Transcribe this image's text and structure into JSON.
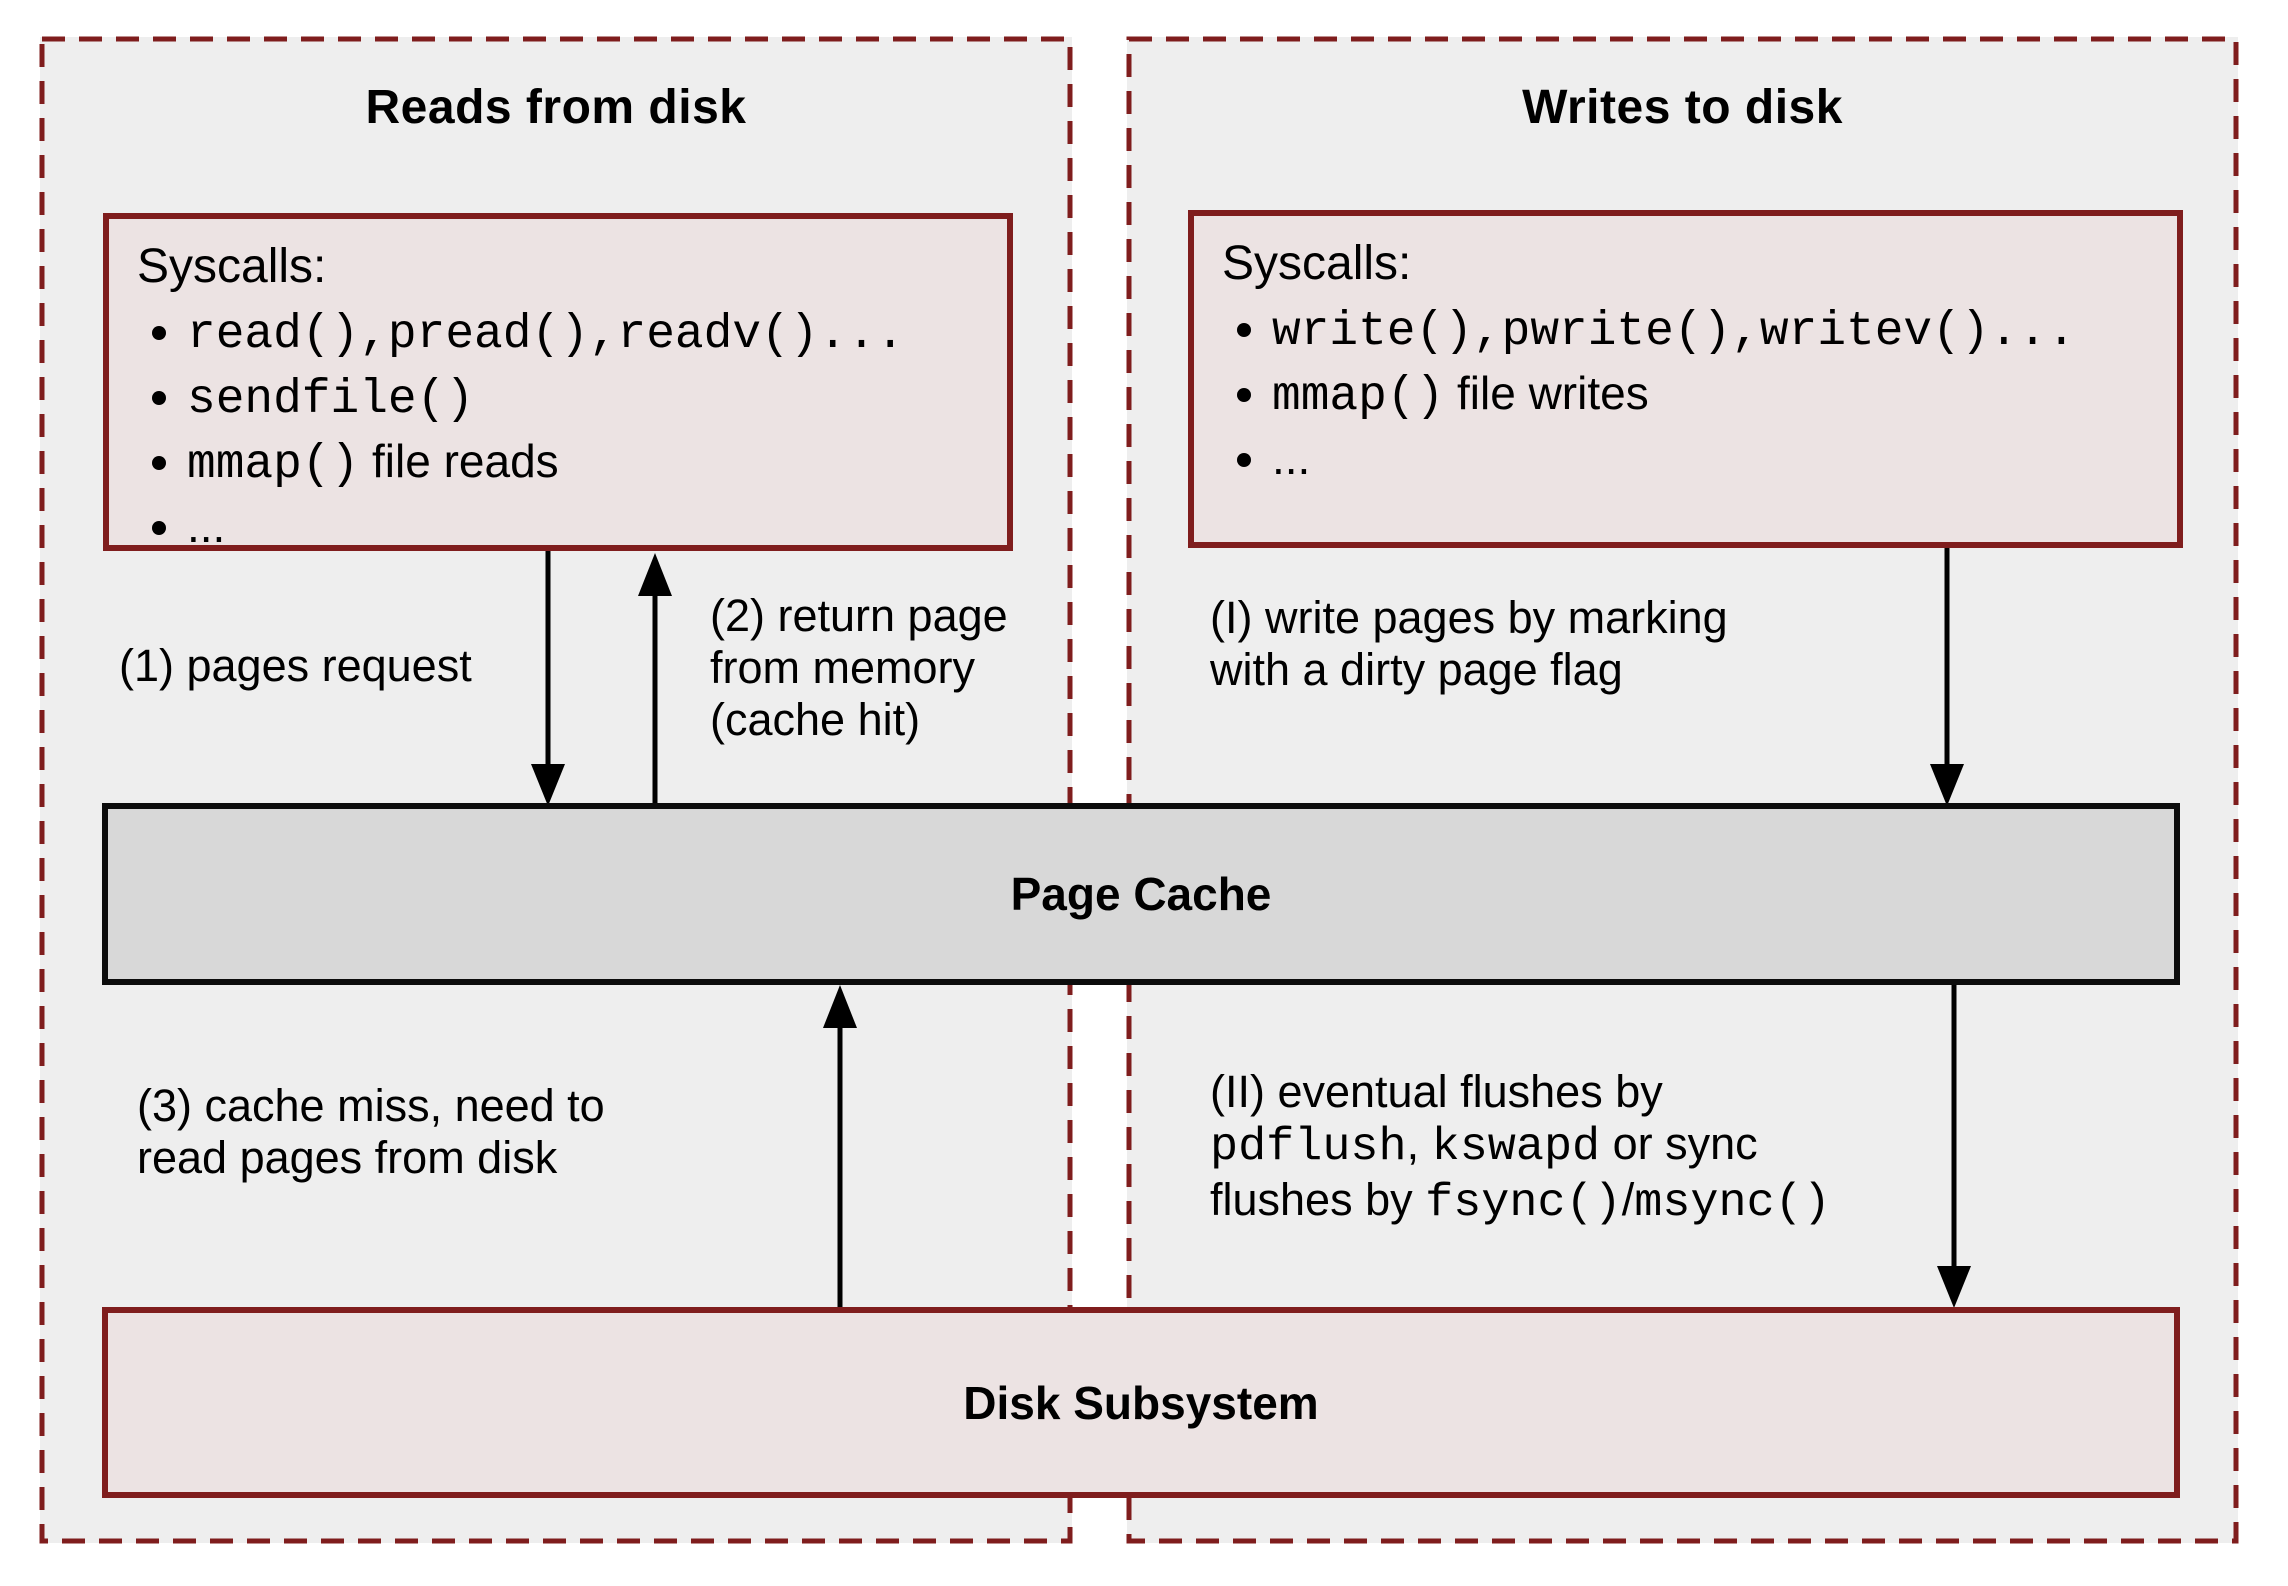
{
  "panels": {
    "reads": {
      "title": "Reads from disk",
      "syscalls_label": "Syscalls:",
      "bullets": [
        [
          {
            "text": "read(),pread(),readv()...",
            "mono": true
          }
        ],
        [
          {
            "text": "sendfile()",
            "mono": true
          }
        ],
        [
          {
            "text": "mmap()",
            "mono": true
          },
          {
            "text": " file reads",
            "mono": false
          }
        ],
        [
          {
            "text": "...",
            "mono": false
          }
        ]
      ],
      "label_pages_request": "(1) pages request",
      "label_return_page": "(2) return page\nfrom memory\n(cache hit)",
      "label_cache_miss": "(3) cache miss, need to\nread pages from disk"
    },
    "writes": {
      "title": "Writes to disk",
      "syscalls_label": "Syscalls:",
      "bullets": [
        [
          {
            "text": "write(),pwrite(),writev()...",
            "mono": true
          }
        ],
        [
          {
            "text": "mmap()",
            "mono": true
          },
          {
            "text": " file writes",
            "mono": false
          }
        ],
        [
          {
            "text": "...",
            "mono": false
          }
        ]
      ],
      "label_write_pages": "(I) write pages by marking\nwith a dirty page flag",
      "label_flushes": [
        {
          "text": "(II) eventual flushes by\n",
          "mono": false
        },
        {
          "text": "pdflush",
          "mono": true
        },
        {
          "text": ", ",
          "mono": false
        },
        {
          "text": "kswapd",
          "mono": true
        },
        {
          "text": " or sync\nflushes by ",
          "mono": false
        },
        {
          "text": "fsync()",
          "mono": true
        },
        {
          "text": "/",
          "mono": false
        },
        {
          "text": "msync()",
          "mono": true
        }
      ]
    }
  },
  "boxes": {
    "page_cache": "Page Cache",
    "disk_subsystem": "Disk Subsystem"
  },
  "colors": {
    "canvas_bg": "#ffffff",
    "panel_bg": "#eeeeee",
    "dashed_border": "#7f1d1d",
    "syscalls_box_fill": "#ece3e3",
    "syscalls_box_border": "#7f1d1d",
    "page_cache_fill": "#d8d8d8",
    "page_cache_border": "#0c0c0c",
    "disk_fill": "#ece3e3",
    "disk_border": "#7f1d1d",
    "arrow": "#000000",
    "text": "#000000"
  }
}
